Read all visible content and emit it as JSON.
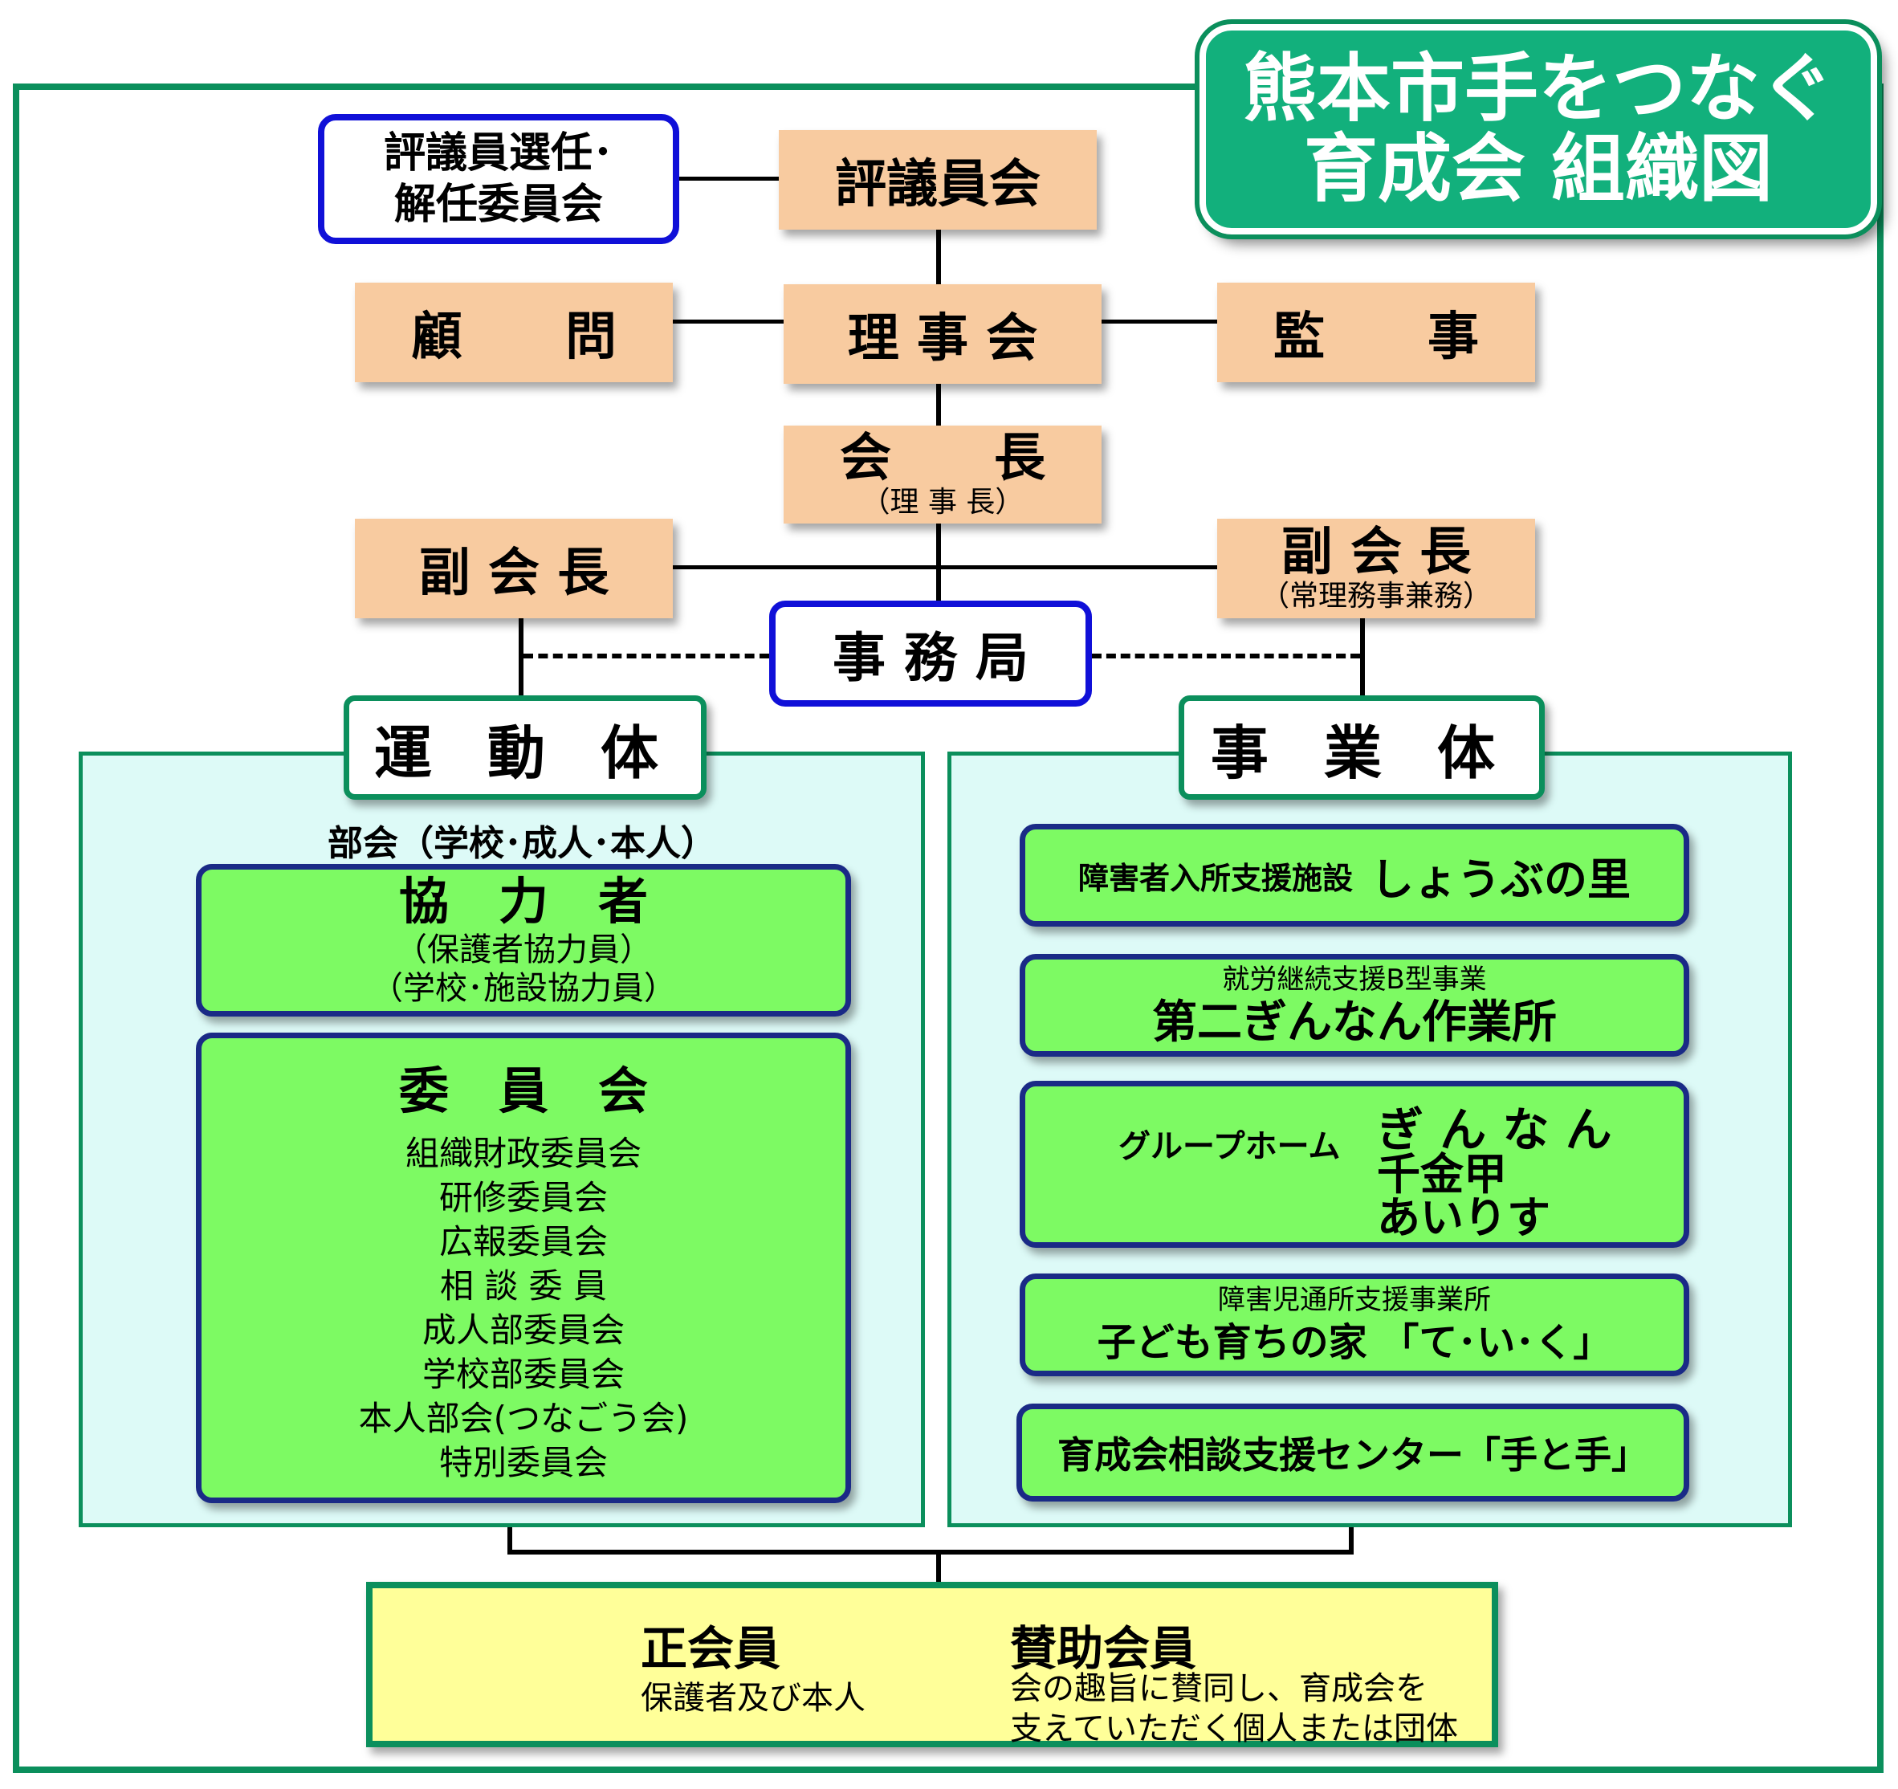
{
  "title": {
    "line1": "熊本市手をつなぐ",
    "line2": "育成会 組織図"
  },
  "top": {
    "selection_committee": {
      "line1": "評議員選任･",
      "line2": "解任委員会"
    },
    "council": "評議員会",
    "advisor": "顧　　問",
    "board": "理 事 会",
    "auditor": "監　　事",
    "president": {
      "name": "会　　長",
      "sub": "（理 事 長）"
    },
    "vice_left": "副 会 長",
    "vice_right": {
      "name": "副 会 長",
      "sub": "（常理務事兼務）"
    },
    "secretariat": "事 務 局"
  },
  "movement": {
    "tab": "運 動 体",
    "subhead": "部会（学校･成人･本人）",
    "cooperators": {
      "title": "協　力　者",
      "lines": [
        "（保護者協力員）",
        "（学校･施設協力員）"
      ]
    },
    "committees": {
      "title": "委　員　会",
      "items": [
        "組織財政委員会",
        "研修委員会",
        "広報委員会",
        "相 談 委 員",
        "成人部委員会",
        "学校部委員会",
        "本人部会(つなごう会)",
        "特別委員会"
      ]
    }
  },
  "business": {
    "tab": "事 業 体",
    "facility1": {
      "prefix": "障害者入所支援施設",
      "name": "しょうぶの里"
    },
    "facility2": {
      "prefix": "就労継続支援B型事業",
      "name": "第二ぎんなん作業所"
    },
    "facility3": {
      "prefix": "グループホーム",
      "names": [
        "ぎ ん な ん",
        "千金甲",
        "あいりす"
      ]
    },
    "facility4": {
      "prefix": "障害児通所支援事業所",
      "name": "子ども育ちの家 「て･い･く」"
    },
    "facility5": {
      "name": "育成会相談支援センター「手と手」"
    }
  },
  "members": {
    "regular": {
      "title": "正会員",
      "desc": "保護者及び本人"
    },
    "supporting": {
      "title": "賛助会員",
      "lines": [
        "会の趣旨に賛同し、育成会を",
        "支えていただく個人または団体"
      ]
    }
  }
}
